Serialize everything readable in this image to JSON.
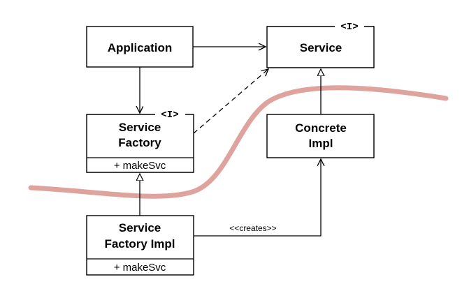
{
  "diagram": {
    "nodes": {
      "application": {
        "label": "Application"
      },
      "service": {
        "label": "Service",
        "stereotype": "<I>"
      },
      "service_factory": {
        "label_lines": [
          "Service",
          "Factory"
        ],
        "stereotype": "<I>",
        "method": "+ makeSvc"
      },
      "concrete_impl": {
        "label_lines": [
          "Concrete",
          "Impl"
        ]
      },
      "service_factory_impl": {
        "label_lines": [
          "Service",
          "Factory Impl"
        ],
        "method": "+ makeSvc"
      }
    },
    "edges": {
      "creates_label": "<<creates>>"
    },
    "colors": {
      "boundary_curve": "#d9938c",
      "stroke": "#000000"
    }
  }
}
